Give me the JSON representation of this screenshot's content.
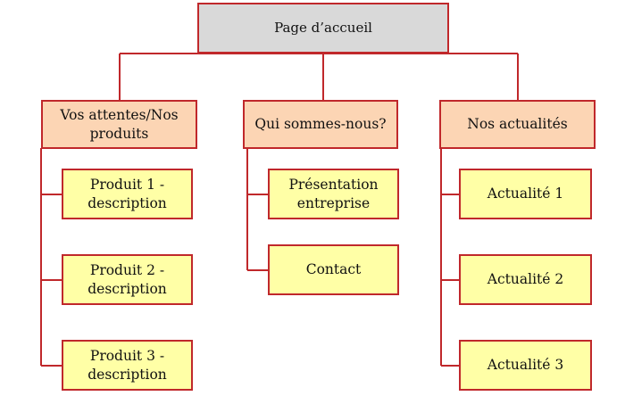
{
  "root": {
    "label": "Page d’accueil"
  },
  "columns": [
    {
      "label": "Vos attentes/Nos\nproduits",
      "children": [
        "Produit 1 -\ndescription",
        "Produit 2 -\ndescription",
        "Produit 3 -\ndescription"
      ]
    },
    {
      "label": "Qui sommes-nous?",
      "children": [
        "Présentation\nentreprise",
        "Contact"
      ]
    },
    {
      "label": "Nos actualités",
      "children": [
        "Actualité  1",
        "Actualité  2",
        "Actualité  3"
      ]
    }
  ],
  "colors": {
    "line": "#c0282b",
    "root_fill": "#d9d9d9",
    "category_fill": "#fcd5b4",
    "leaf_fill": "#ffffa6"
  }
}
